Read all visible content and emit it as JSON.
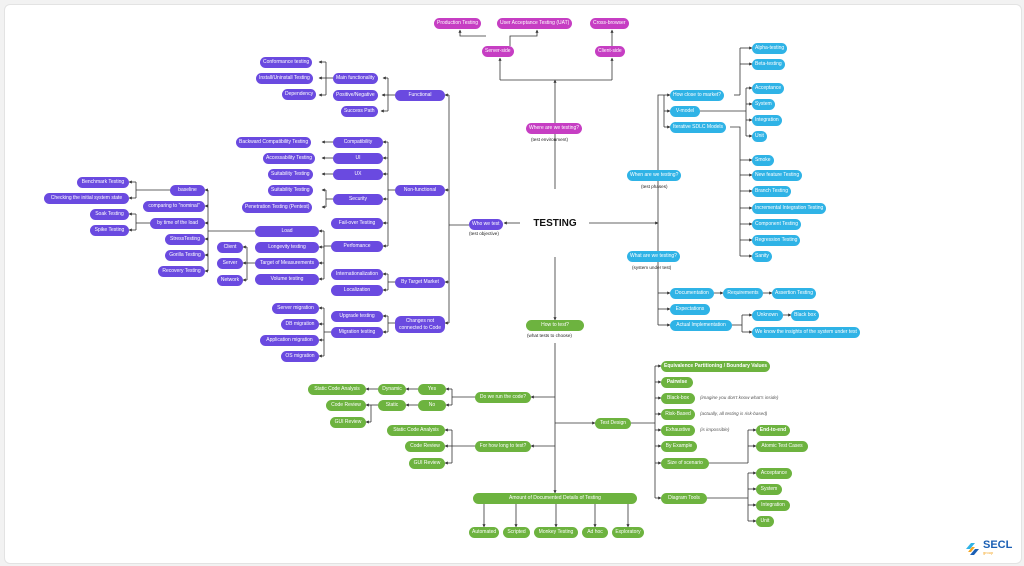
{
  "center": {
    "title": "TESTING"
  },
  "colors": {
    "purple": "#6a4ae0",
    "magenta": "#c63ec3",
    "cyan": "#2fb3e6",
    "green": "#6db33f",
    "line": "#333333"
  },
  "where": {
    "question": "Where are we testing?",
    "sub": "(test environment)",
    "server_side": "Server-side",
    "client_side": "Client-side",
    "production": "Production Testing",
    "uat": "User Acceptance Testing (UAT)",
    "cross_browser": "Cross-browser"
  },
  "who": {
    "question": "Who we test",
    "sub": "(test objective)",
    "functional": {
      "label": "Functional",
      "main_functionality": "Main functionality",
      "positive_negative": "Positive/Negative",
      "success_path": "Success Path",
      "conformance": "Conformance testing",
      "install": "Install/Uninstall Testing",
      "dependency": "Dependency"
    },
    "non_functional": {
      "label": "Non-functional",
      "compatibility": "Compatibility",
      "ui": "UI",
      "ux": "UX",
      "security": "Security",
      "failover": "Fail-over Testing",
      "performance": "Perfomance",
      "backward": "Backward Compatibility Testing",
      "accessibility": "Accessability Testing",
      "suitability1": "Suitability Testing",
      "suitability2": "Suitability Testing",
      "pentest": "Penetration Testing (Pentest)"
    },
    "load": {
      "label": "Load",
      "longevity": "Longevity testing",
      "target": "Target of Measurements",
      "volume": "Volume testing",
      "client": "Client",
      "server": "Server",
      "network": "Network",
      "stress": "StressTesting",
      "gorilla": "Gorilla Testing",
      "recovery": "Recovery Testing",
      "soak": "Soak Testing",
      "spike": "Spike Testing",
      "baseline": "baseline",
      "comparing": "comparing to \"nominal\"",
      "by_time": "by time of the load",
      "benchmark": "Benchmark Testing",
      "checking_initial": "Checking the initial system state"
    },
    "by_target_market": {
      "label": "By Target Market",
      "internationalization": "Internationalization",
      "localization": "Localization"
    },
    "changes": {
      "label": "Changes not connected to Code",
      "upgrade": "Upgrade testing",
      "migration": "Migration testing",
      "server_migration": "Server migration",
      "db_migration": "DB migration",
      "app_migration": "Application migration",
      "os_migration": "OS migration"
    }
  },
  "when": {
    "question": "When are we testing?",
    "sub": "(test phases)",
    "how_close": "How close to market?",
    "v_model": "V-model",
    "iterative": "Iterative SDLC Models",
    "alpha": "Alpha-testing",
    "beta": "Beta-testing",
    "acceptance": "Acceptance",
    "system": "System",
    "integration": "Integration",
    "unit": "Unit",
    "smoke": "Smoke",
    "new_feature": "New feature Testing",
    "branch": "Branch Testing",
    "incremental": "Incremental Integration Testing",
    "component": "Component Testing",
    "regression": "Regression Testing",
    "sanity": "Sanity"
  },
  "what": {
    "question": "What are we testing?",
    "sub": "(system under test)",
    "documentation": "Documentation",
    "requirements": "Requirements",
    "assertion": "Assertion Testing",
    "expectations": "Expectations",
    "actual": "Actual Implementation",
    "unknown": "Unknown",
    "black_box": "Black box",
    "known": "We know the insights of the system under test"
  },
  "how": {
    "question": "How to test?",
    "sub": "(what tests to choose)",
    "run_code": "Do we run the code?",
    "dynamic": "Dynamic",
    "static": "Static",
    "yes": "Yes",
    "no": "No",
    "sca1": "Static Code Analysis",
    "code_review1": "Code Review",
    "gui_review1": "GUI Review",
    "how_long": "For how long to test?",
    "sca2": "Static Code Analysis",
    "code_review2": "Code Review",
    "gui_review2": "GUI Review",
    "test_design": {
      "label": "Test Design",
      "equivalence": "Equivalence Partitioning / Boundary Values",
      "pairwise": "Pairwise",
      "black_box": "Black-box",
      "black_box_note": "(imagine you don't know what's inside)",
      "risk_based": "Risk-Based",
      "risk_note": "(actually, all testing is risk-based)",
      "exhaustive": "Exhaustive",
      "exhaustive_note": "(is impossible)",
      "by_example": "By Example",
      "size": "Size of scenario",
      "e2e": "End-to-end",
      "atomic": "Atomic Test Cases",
      "diagram_tools": "Diagram Tools",
      "acceptance": "Acceptance",
      "system": "System",
      "integration": "Integration",
      "unit": "Unit"
    },
    "documented": {
      "label": "Amount of Documented Details of Testing",
      "automated": "Automated",
      "scripted": "Scripted",
      "monkey": "Monkey Testing",
      "adhoc": "Ad hoc",
      "exploratory": "Exploratory"
    }
  },
  "logo": {
    "name": "SECL",
    "sub": "group",
    "icon": "secl-logo-icon"
  }
}
